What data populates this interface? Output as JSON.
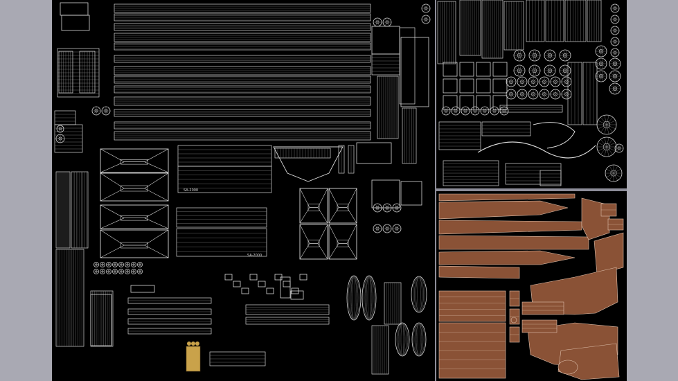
{
  "canvas": {
    "background": "#a9a9b3",
    "panel_background": "#000000",
    "wire_color": "#d8d8d8",
    "wire_color_dim": "#8a8a8a",
    "wood_color": "#8a5236",
    "wood_line_color": "#e0c2ae",
    "brass_color": "#c9a24a"
  },
  "panels": {
    "main": {
      "label": "uv-layout-wireframe-atlas"
    },
    "top_right": {
      "label": "uv-layout-wireframe-secondary"
    },
    "bottom_right": {
      "label": "uv-layout-textured-wood"
    }
  },
  "labels": {
    "tag_a": "SA-2000",
    "tag_b": "SA-2000"
  }
}
